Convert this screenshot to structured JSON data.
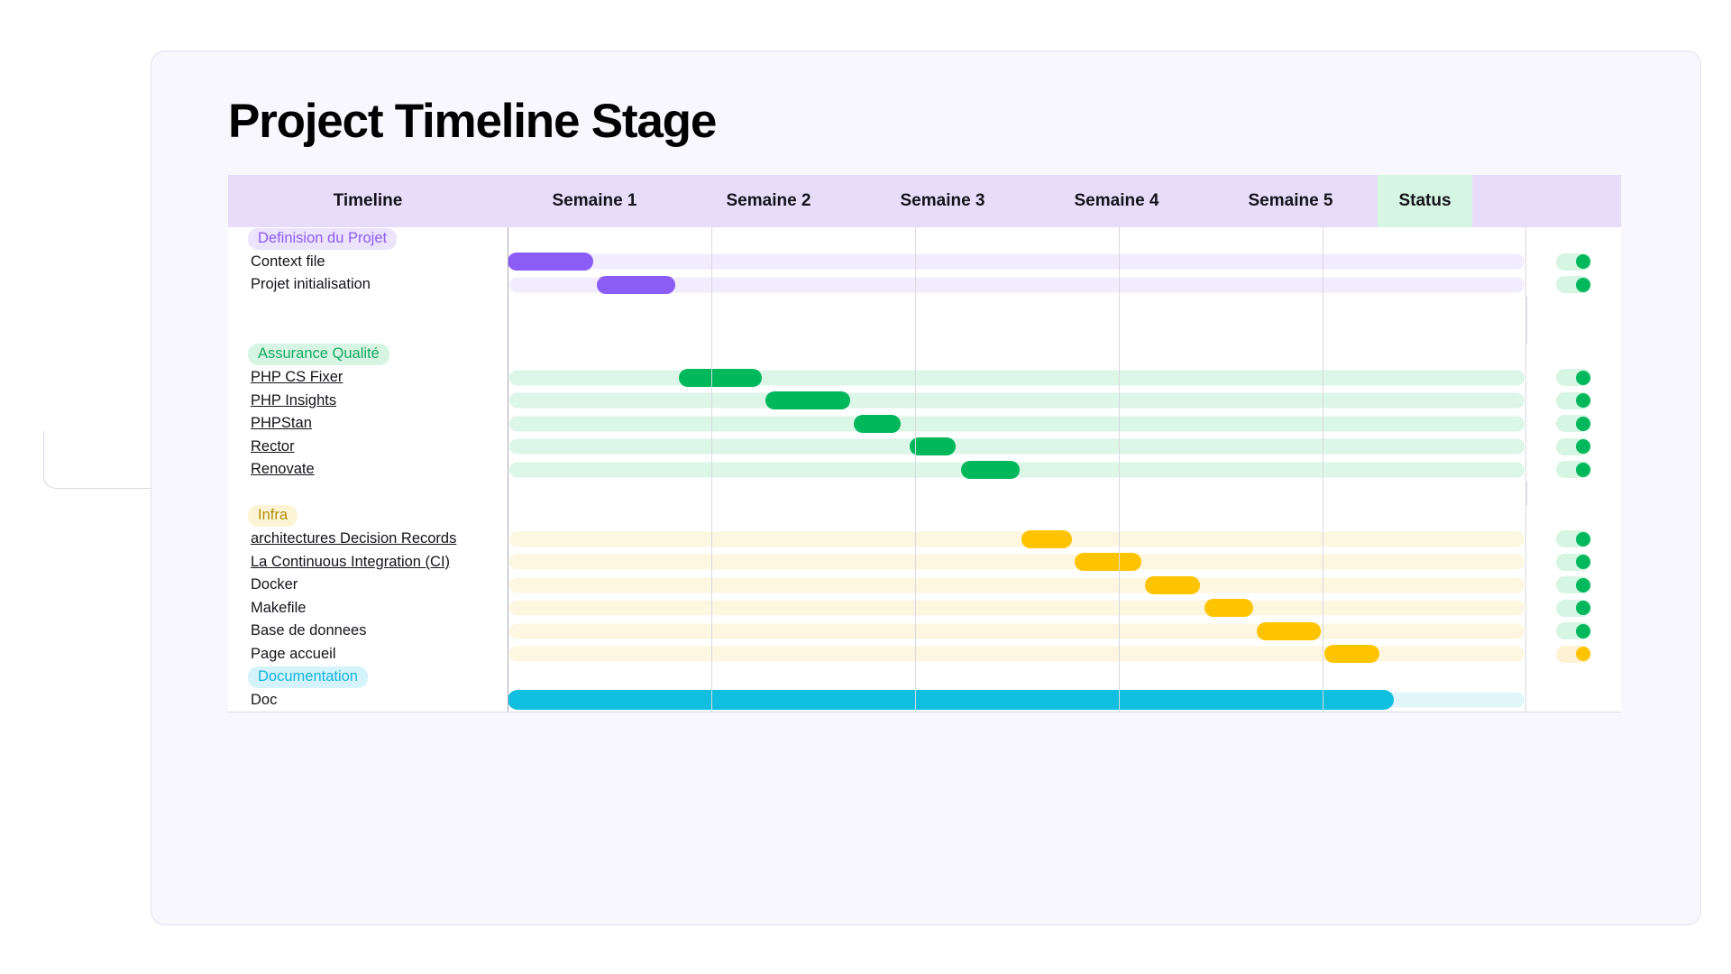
{
  "page": {
    "title": "Project Timeline Stage"
  },
  "colors": {
    "purple": "#8b5cf6",
    "green": "#00b85c",
    "yellow": "#ffc400",
    "cyan": "#10bfdf",
    "header_bg": "#e7ddfb",
    "status_header_bg": "#d6f5e3",
    "card_bg": "#f8f7fd"
  },
  "table": {
    "headers": {
      "name": "Timeline",
      "weeks": [
        "Semaine 1",
        "Semaine 2",
        "Semaine 3",
        "Semaine 4",
        "Semaine 5"
      ],
      "status": "Status"
    },
    "rows": [
      {
        "kind": "group",
        "label": "Definision du Projet",
        "color": "purple"
      },
      {
        "kind": "task",
        "label": "Context file",
        "color": "purple",
        "link": false,
        "bar": {
          "start": 0.0,
          "end": 8.4
        },
        "status": "green"
      },
      {
        "kind": "task",
        "label": "Projet initialisation",
        "color": "purple",
        "link": false,
        "bar": {
          "start": 8.8,
          "end": 16.5
        },
        "status": "green"
      },
      {
        "kind": "spacer"
      },
      {
        "kind": "spacer"
      },
      {
        "kind": "group",
        "label": "Assurance Qualité",
        "color": "green"
      },
      {
        "kind": "task",
        "label": "PHP CS Fixer",
        "color": "green",
        "link": true,
        "bar": {
          "start": 16.8,
          "end": 25.0
        },
        "status": "green"
      },
      {
        "kind": "task",
        "label": "PHP Insights",
        "color": "green",
        "link": true,
        "bar": {
          "start": 25.3,
          "end": 33.6
        },
        "status": "green"
      },
      {
        "kind": "task",
        "label": "PHPStan",
        "color": "green",
        "link": true,
        "bar": {
          "start": 34.0,
          "end": 38.6
        },
        "status": "green"
      },
      {
        "kind": "task",
        "label": "Rector",
        "color": "green",
        "link": true,
        "bar": {
          "start": 39.5,
          "end": 44.0
        },
        "status": "green"
      },
      {
        "kind": "task",
        "label": "Renovate",
        "color": "green",
        "link": true,
        "bar": {
          "start": 44.5,
          "end": 50.3
        },
        "status": "green"
      },
      {
        "kind": "spacer"
      },
      {
        "kind": "group",
        "label": "Infra",
        "color": "yellow"
      },
      {
        "kind": "task",
        "label": "architectures Decision Records ",
        "color": "yellow",
        "link": true,
        "bar": {
          "start": 50.4,
          "end": 55.4
        },
        "status": "green"
      },
      {
        "kind": "task",
        "label": "La Continuous Integration (CI) ",
        "color": "yellow",
        "link": true,
        "bar": {
          "start": 55.7,
          "end": 62.2
        },
        "status": "green"
      },
      {
        "kind": "task",
        "label": "Docker",
        "color": "yellow",
        "link": false,
        "bar": {
          "start": 62.6,
          "end": 68.0
        },
        "status": "green"
      },
      {
        "kind": "task",
        "label": "Makefile",
        "color": "yellow",
        "link": false,
        "bar": {
          "start": 68.4,
          "end": 73.2
        },
        "status": "green"
      },
      {
        "kind": "task",
        "label": "Base de donnees",
        "color": "yellow",
        "link": false,
        "bar": {
          "start": 73.5,
          "end": 79.8
        },
        "status": "green"
      },
      {
        "kind": "task",
        "label": "Page accueil",
        "color": "yellow",
        "link": false,
        "bar": {
          "start": 80.2,
          "end": 85.6
        },
        "status": "yellow"
      },
      {
        "kind": "group",
        "label": "Documentation",
        "color": "cyan"
      },
      {
        "kind": "task",
        "label": "Doc",
        "color": "cyan",
        "link": false,
        "bar": {
          "start": 0.0,
          "end": 87.0
        },
        "status": null
      }
    ]
  },
  "chart_data": {
    "type": "bar",
    "title": "Project Timeline Stage",
    "xlabel": "",
    "ylabel": "",
    "x_axis_categories": [
      "Semaine 1",
      "Semaine 2",
      "Semaine 3",
      "Semaine 4",
      "Semaine 5"
    ],
    "groups": [
      {
        "name": "Definision du Projet",
        "color": "#8b5cf6",
        "tasks": [
          {
            "name": "Context file",
            "start_week": 0.0,
            "end_week": 0.5,
            "status": "on"
          },
          {
            "name": "Projet initialisation",
            "start_week": 0.5,
            "end_week": 1.0,
            "status": "on"
          }
        ]
      },
      {
        "name": "Assurance Qualité",
        "color": "#00b85c",
        "tasks": [
          {
            "name": "PHP CS Fixer",
            "start_week": 1.0,
            "end_week": 1.5,
            "status": "on"
          },
          {
            "name": "PHP Insights",
            "start_week": 1.5,
            "end_week": 2.0,
            "status": "on"
          },
          {
            "name": "PHPStan",
            "start_week": 2.0,
            "end_week": 2.3,
            "status": "on"
          },
          {
            "name": "Rector",
            "start_week": 2.3,
            "end_week": 2.6,
            "status": "on"
          },
          {
            "name": "Renovate",
            "start_week": 2.6,
            "end_week": 3.0,
            "status": "on"
          }
        ]
      },
      {
        "name": "Infra",
        "color": "#ffc400",
        "tasks": [
          {
            "name": "architectures Decision Records",
            "start_week": 3.0,
            "end_week": 3.3,
            "status": "on"
          },
          {
            "name": "La Continuous Integration (CI)",
            "start_week": 3.3,
            "end_week": 3.7,
            "status": "on"
          },
          {
            "name": "Docker",
            "start_week": 3.7,
            "end_week": 4.0,
            "status": "on"
          },
          {
            "name": "Makefile",
            "start_week": 4.0,
            "end_week": 4.3,
            "status": "on"
          },
          {
            "name": "Base de donnees",
            "start_week": 4.3,
            "end_week": 4.7,
            "status": "on"
          },
          {
            "name": "Page accueil",
            "start_week": 4.7,
            "end_week": 5.0,
            "status": "pending"
          }
        ]
      },
      {
        "name": "Documentation",
        "color": "#10bfdf",
        "tasks": [
          {
            "name": "Doc",
            "start_week": 0.0,
            "end_week": 5.0,
            "status": null
          }
        ]
      }
    ]
  }
}
